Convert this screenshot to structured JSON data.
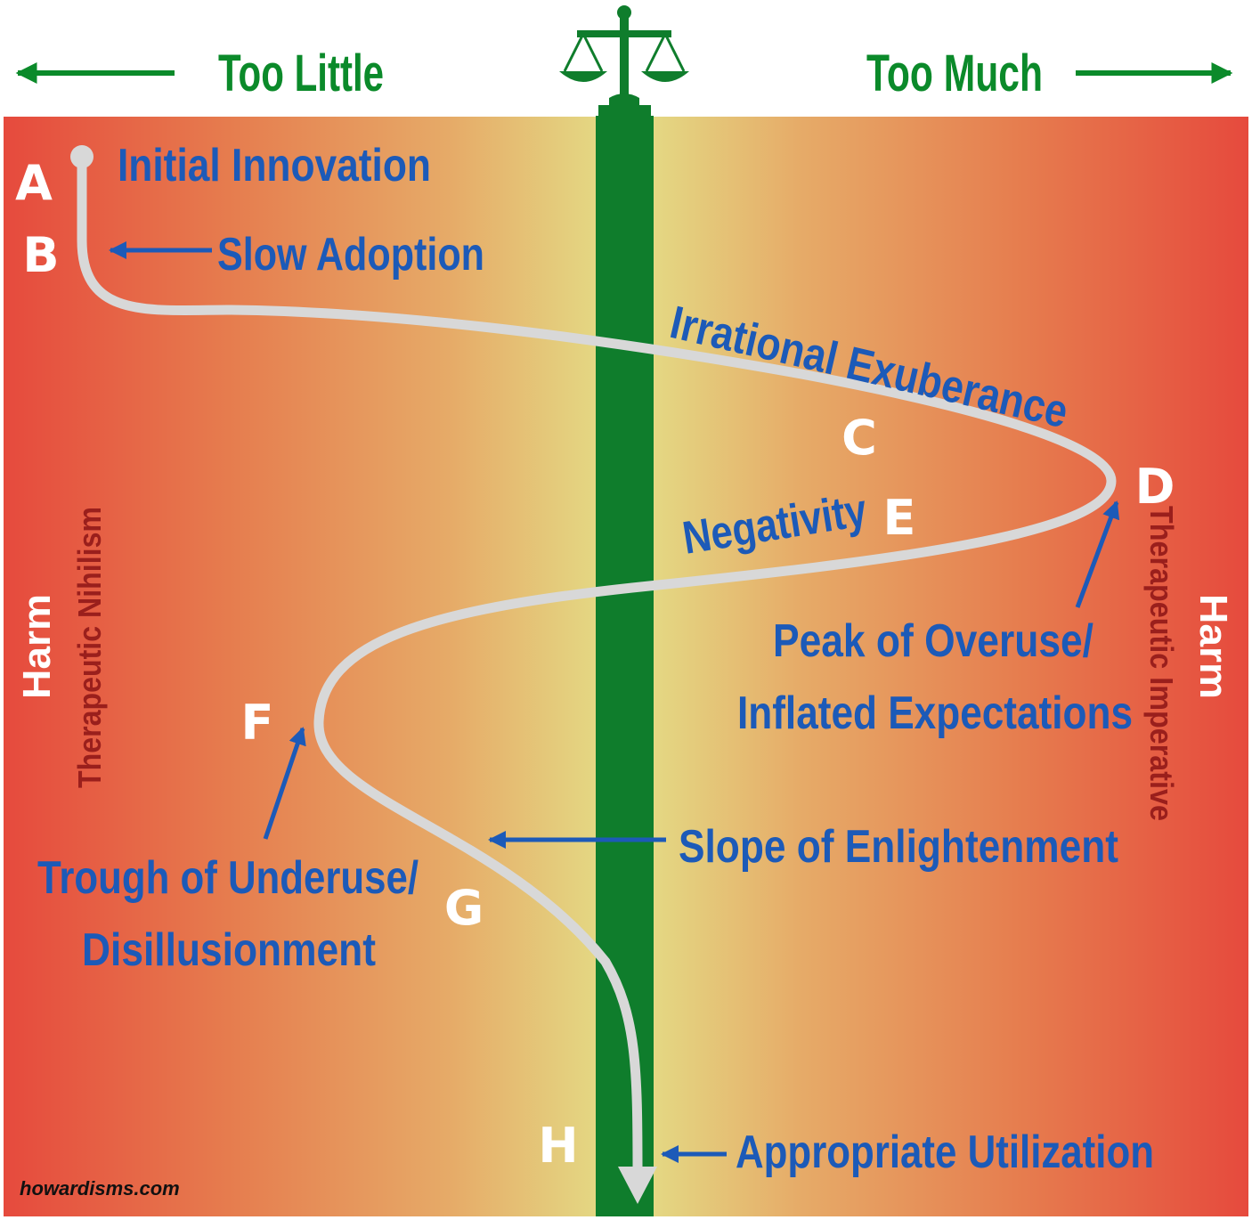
{
  "header": {
    "left_label": "Too Little",
    "right_label": "Too Much"
  },
  "side_labels": {
    "left_harm": "Harm",
    "left_subtitle": "Therapeutic Nihilism",
    "right_harm": "Harm",
    "right_subtitle": "Therapeutic Imperative"
  },
  "points": {
    "A": "A",
    "B": "B",
    "C": "C",
    "D": "D",
    "E": "E",
    "F": "F",
    "G": "G",
    "H": "H"
  },
  "annotations": {
    "initial_innovation": "Initial Innovation",
    "slow_adoption": "Slow Adoption",
    "irrational_exuberance": "Irrational Exuberance",
    "negativity": "Negativity",
    "peak_line1": "Peak of Overuse/",
    "peak_line2": "Inflated Expectations",
    "slope": "Slope of Enlightenment",
    "trough_line1": "Trough of Underuse/",
    "trough_line2": "Disillusionment",
    "appropriate": "Appropriate Utilization"
  },
  "footer": {
    "credit": "howardisms.com"
  },
  "icons": {
    "balance": "scales-icon"
  },
  "colors": {
    "green_header": "#0b8a2a",
    "green_pillar": "#0f7d2c",
    "blue_label": "#1c5ab8",
    "dark_red": "#9a1f1c",
    "edge_red": "#e64a3d",
    "center_yellow": "#e3e088",
    "curve": "#d8d8d8"
  }
}
